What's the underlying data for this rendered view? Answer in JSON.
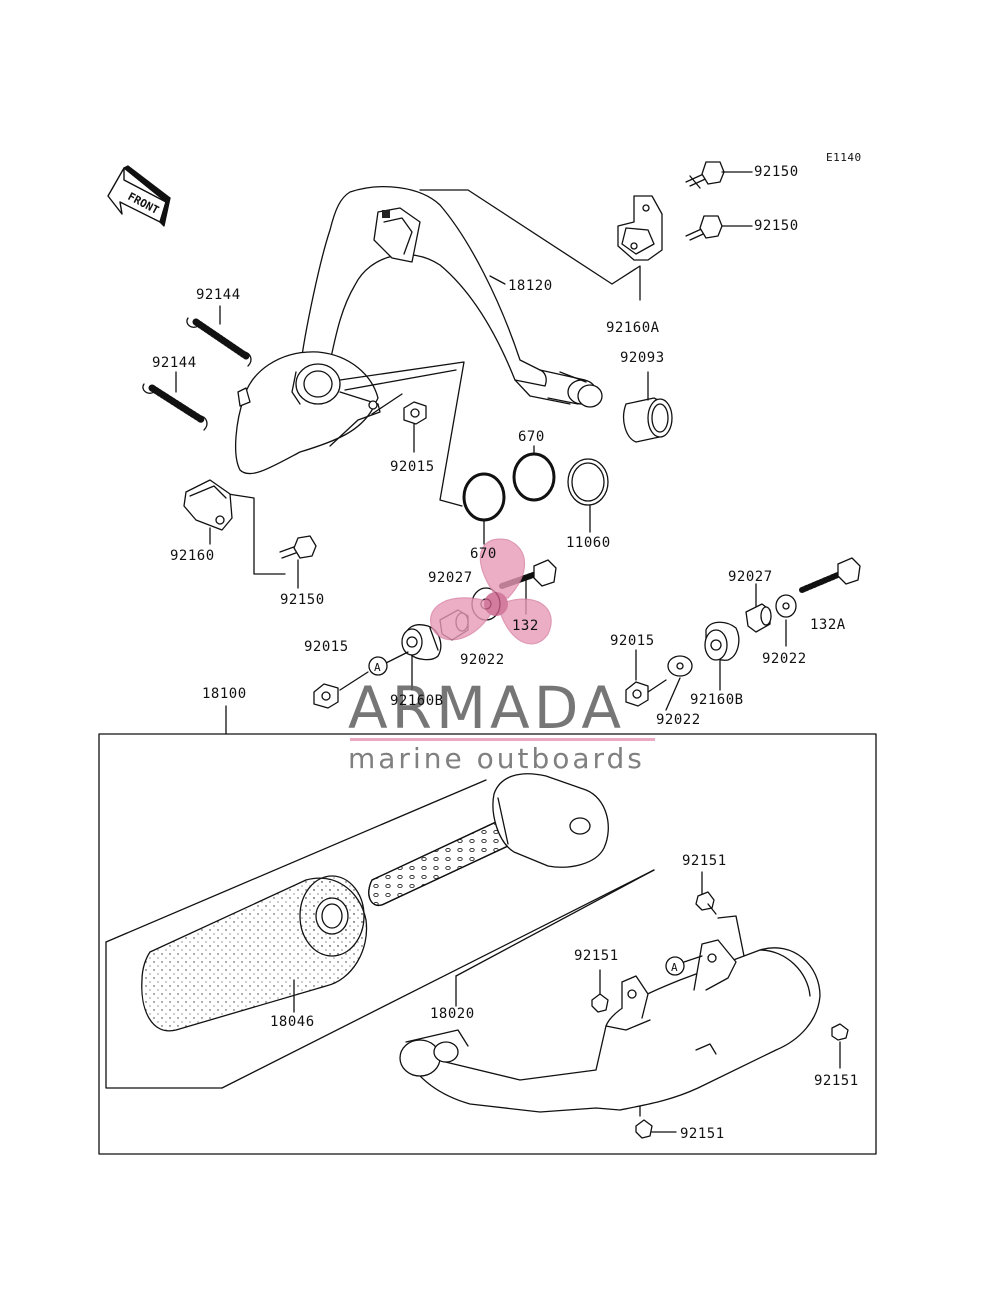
{
  "diagram_code": "E1140",
  "front_arrow_label": "FRONT",
  "callout_letter": "A",
  "watermark": {
    "title": "ARMADA",
    "subtitle": "marine outboards",
    "accent_color": "#e79ab7"
  },
  "part_labels": {
    "p92150_top": "92150",
    "p92150_mid": "92150",
    "p18120": "18120",
    "p92160A": "92160A",
    "p92093": "92093",
    "p92144_a": "92144",
    "p92144_b": "92144",
    "p92015_a": "92015",
    "p670_a": "670",
    "p670_b": "670",
    "p11060": "11060",
    "p92160": "92160",
    "p92150_low": "92150",
    "p92027_a": "92027",
    "p132": "132",
    "p92022_a": "92022",
    "p92015_b": "92015",
    "p92160B_a": "92160B",
    "p92027_b": "92027",
    "p132A": "132A",
    "p92015_c": "92015",
    "p92022_b": "92022",
    "p92160B_b": "92160B",
    "p92022_c": "92022",
    "p18100": "18100",
    "p92151_a": "92151",
    "p92151_b": "92151",
    "p18046": "18046",
    "p18020": "18020",
    "p92151_c": "92151",
    "p92151_d": "92151"
  }
}
